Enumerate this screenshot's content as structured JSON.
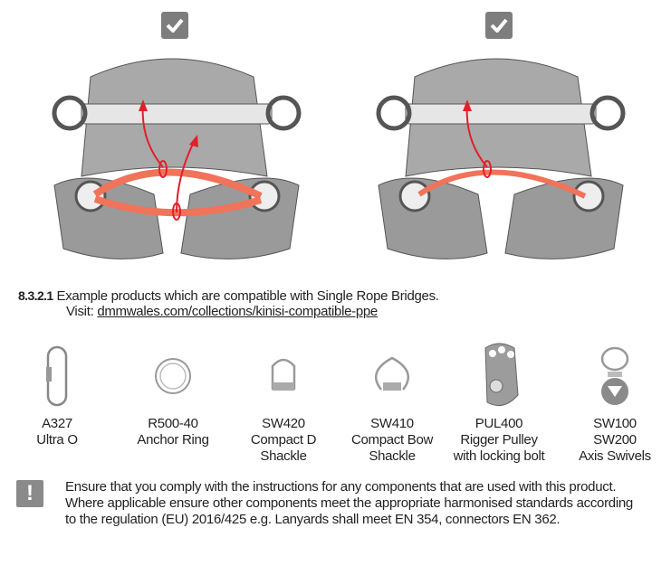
{
  "figures": [
    {
      "name": "harness-two-bridges",
      "check_icon": "checkmark-icon"
    },
    {
      "name": "harness-single-bridge",
      "check_icon": "checkmark-icon"
    }
  ],
  "section": {
    "number": "8.3.2.1",
    "text": "Example products which are compatible with Single Rope Bridges.",
    "visit_prefix": "Visit: ",
    "link": "dmmwales.com/collections/kinisi-compatible-ppe"
  },
  "products": [
    {
      "lines": [
        "A327",
        "Ultra O"
      ]
    },
    {
      "lines": [
        "R500-40",
        "Anchor Ring"
      ]
    },
    {
      "lines": [
        "SW420",
        "Compact  D",
        "Shackle"
      ]
    },
    {
      "lines": [
        "SW410",
        "Compact Bow",
        "Shackle"
      ]
    },
    {
      "lines": [
        "PUL400",
        "Rigger Pulley",
        "with locking bolt"
      ]
    },
    {
      "lines": [
        "SW100",
        "SW200",
        "Axis Swivels"
      ]
    }
  ],
  "warning": {
    "icon": "!",
    "text": "Ensure that you comply with the instructions for any components that are used with this product. Where applicable ensure other components meet the appropriate harmonised standards according to the regulation (EU) 2016/425 e.g. Lanyards shall meet EN 354, connectors EN 362."
  },
  "colors": {
    "rope": "#f0735a",
    "arrow": "#e0202a",
    "gray": "#7d7d7d"
  }
}
